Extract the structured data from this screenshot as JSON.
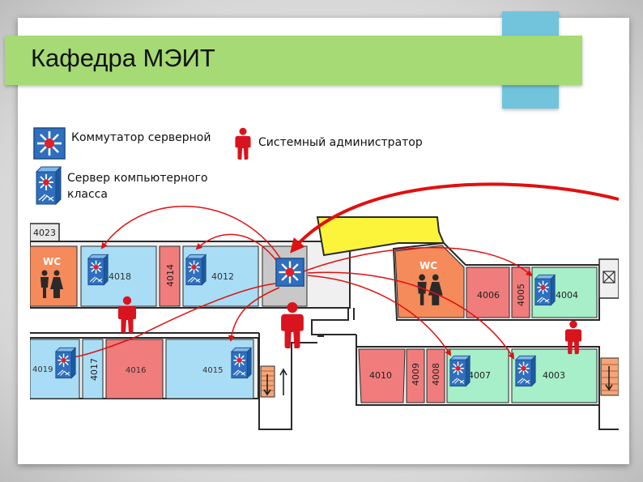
{
  "title": "Кафедра МЭИТ",
  "legend": {
    "switch_label": "Коммутатор серверной",
    "admin_label": "Системный администратор",
    "server_label_line1": "Сервер компьютерного",
    "server_label_line2": "класса"
  },
  "rooms": {
    "r4023": "4023",
    "r4018": "4018",
    "r4014": "4014",
    "r4012": "4012",
    "r4019": "4019",
    "r4017": "4017",
    "r4016": "4016",
    "r4015": "4015",
    "r4006": "4006",
    "r4005": "4005",
    "r4004": "4004",
    "r4010": "4010",
    "r4009": "4009",
    "r4008": "4008",
    "r4007": "4007",
    "r4003": "4003"
  },
  "wc_left": "WC",
  "wc_right": "WC",
  "colors": {
    "title_bar": "#a5da74",
    "blue_tab": "#72c4dc",
    "room_blue": "#a8ddf5",
    "room_red": "#f07c7c",
    "room_orange": "#f58a5a",
    "room_green": "#a6efc8",
    "room_grey": "#c8c8c8",
    "room_yellow": "#fcf43a",
    "arrow": "#e01010",
    "person": "#d8141e"
  },
  "icons": [
    "switch-icon",
    "server-icon",
    "person-icon",
    "wc-icon",
    "stairs-icon",
    "elevator-icon"
  ]
}
